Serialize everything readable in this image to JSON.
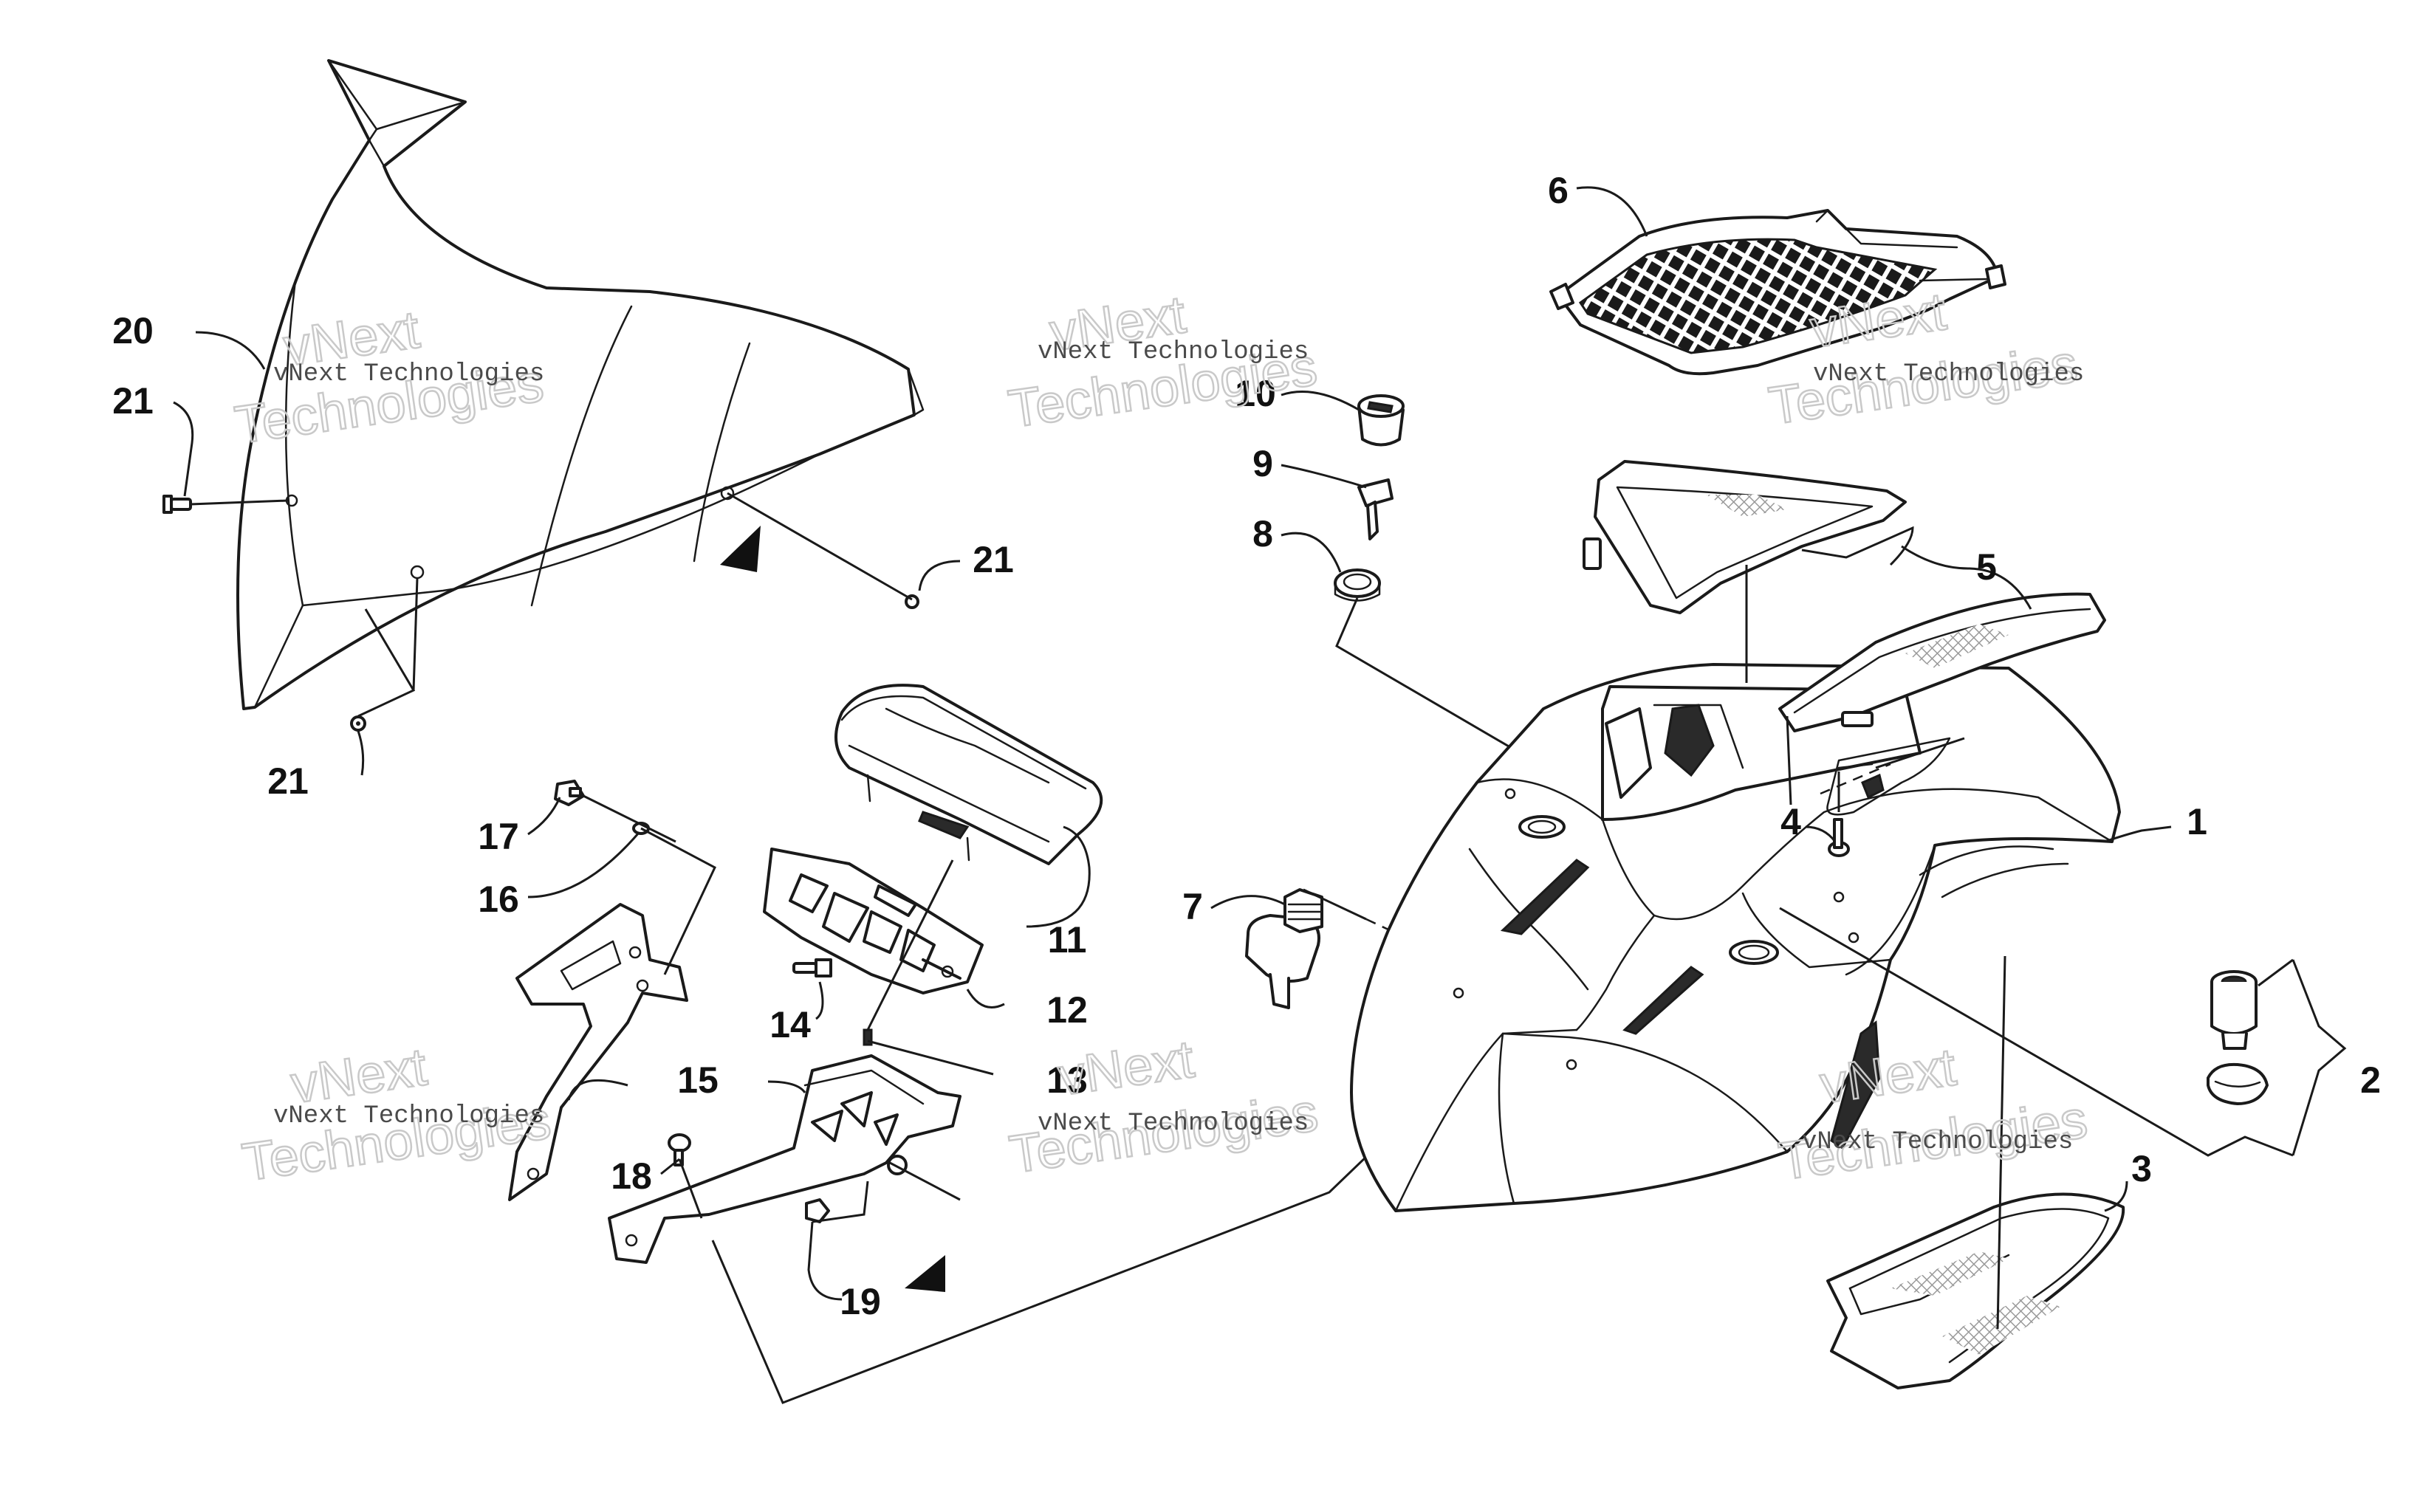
{
  "callouts": {
    "c1": "1",
    "c2": "2",
    "c3": "3",
    "c4": "4",
    "c5": "5",
    "c6": "6",
    "c7": "7",
    "c8": "8",
    "c9": "9",
    "c10": "10",
    "c11": "11",
    "c12": "12",
    "c13": "13",
    "c14": "14",
    "c15": "15",
    "c16": "16",
    "c17": "17",
    "c18": "18",
    "c19": "19",
    "c20": "20",
    "c21a": "21",
    "c21b": "21",
    "c21c": "21"
  },
  "watermark": {
    "line1": "vNext",
    "line2": "Technologies",
    "small": "vNext Technologies"
  }
}
